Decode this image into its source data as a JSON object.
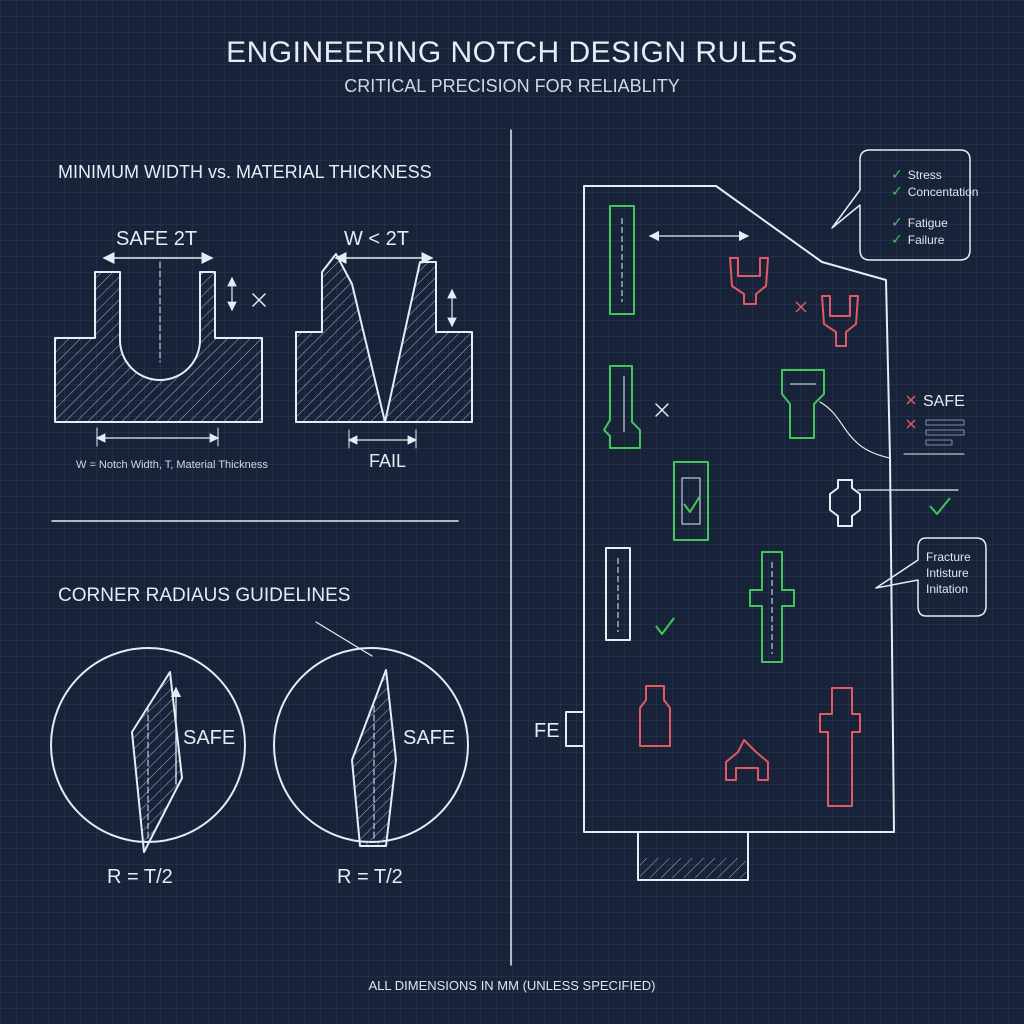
{
  "header": {
    "title": "ENGINEERING NOTCH DESIGN RULES",
    "subtitle": "CRITICAL PRECISION FOR RELIABLITY"
  },
  "width_section": {
    "heading": "MINIMUM WIDTH vs. MATERIAL THICKNESS",
    "safe_label": "SAFE  2T",
    "fail_condition": "W < 2T",
    "legend": "W = Notch Width, T, Material Thickness",
    "fail_label": "FAIL"
  },
  "radius_section": {
    "heading": "CORNER RADIAUS GUIDELINES",
    "left_safe": "SAFE",
    "right_safe": "SAFE",
    "left_formula": "R = T/2",
    "right_formula": "R = T/2"
  },
  "panel": {
    "callout_stress": [
      "Stress",
      "Concentation"
    ],
    "callout_fatigue": [
      "Fatigue",
      "Failure"
    ],
    "callout_fracture": [
      "Fracture",
      "Intisture",
      "Initation"
    ],
    "safe_label": "SAFE",
    "fe_label": "FE"
  },
  "footer": "ALL DIMENSIONS IN MM (UNLESS SPECIFIED)",
  "colors": {
    "background": "#18233a",
    "line": "#e6ecf5",
    "safe_green": "#44c45a",
    "fail_red": "#e05a64"
  }
}
